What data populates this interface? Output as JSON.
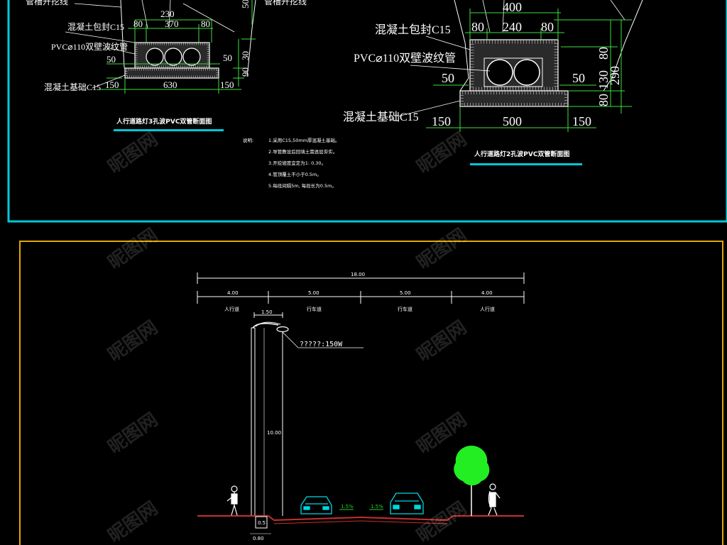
{
  "frames": {
    "top_border_color": "#00c8d8",
    "bottom_border_color": "#e0a800"
  },
  "section_3hole": {
    "top_left_label": "管槽开挖线",
    "top_right_label": "管槽开挖线",
    "encase_label": "混凝土包封C15",
    "pipe_label": "PVC⌀110双壁波纹管",
    "base_label": "混凝土基础C15",
    "dims": {
      "total_w": "230",
      "l": "80",
      "m": "370",
      "r": "80",
      "base_l": "150",
      "base_m": "630",
      "base_r": "150",
      "side": "50",
      "v1": "90",
      "v2": "30",
      "v3": "50"
    },
    "title": "人行道路灯3孔波PVC双管断面图"
  },
  "section_2hole": {
    "encase_label": "混凝土包封C15",
    "pipe_label": "PVC⌀110双壁波纹管",
    "base_label": "混凝土基础C15",
    "dims": {
      "total_w": "400",
      "l": "80",
      "m": "240",
      "r": "80",
      "side_l": "50",
      "side_r": "50",
      "base_l": "150",
      "base_m": "500",
      "base_r": "150",
      "v1": "80",
      "v2": "130",
      "v3": "290",
      "v4": "80"
    },
    "title": "人行道路灯2孔波PVC双管断面图"
  },
  "notes": {
    "heading": "说明:",
    "items": [
      "1.采用C15,50mm厚混凝土基础。",
      "2.导管敷设后回填土需逐层夯实。",
      "3.开挖坡度宜定为1: 0.30。",
      "4.管顶覆土不小于0.5m。",
      "5.每段间隔5m, 每段长为0.5m。"
    ]
  },
  "street": {
    "total_width": "18.00",
    "segments": [
      {
        "width": "4.00",
        "name": "人行道"
      },
      {
        "width": "5.00",
        "name": "行车道"
      },
      {
        "width": "5.00",
        "name": "行车道"
      },
      {
        "width": "4.00",
        "name": "人行道"
      }
    ],
    "arm_length": "1.50",
    "pole_height": "10.00",
    "lamp_label": "?????:150W",
    "slope_left": "1.5%",
    "slope_right": "1.5%",
    "footing": "0.5",
    "footing_w": "0.80",
    "colors": {
      "car": "#00d8e0",
      "tree": "#22ee22",
      "road": "#c83030",
      "dim": "#00c8d0"
    }
  },
  "watermark": {
    "text": "昵图网"
  }
}
